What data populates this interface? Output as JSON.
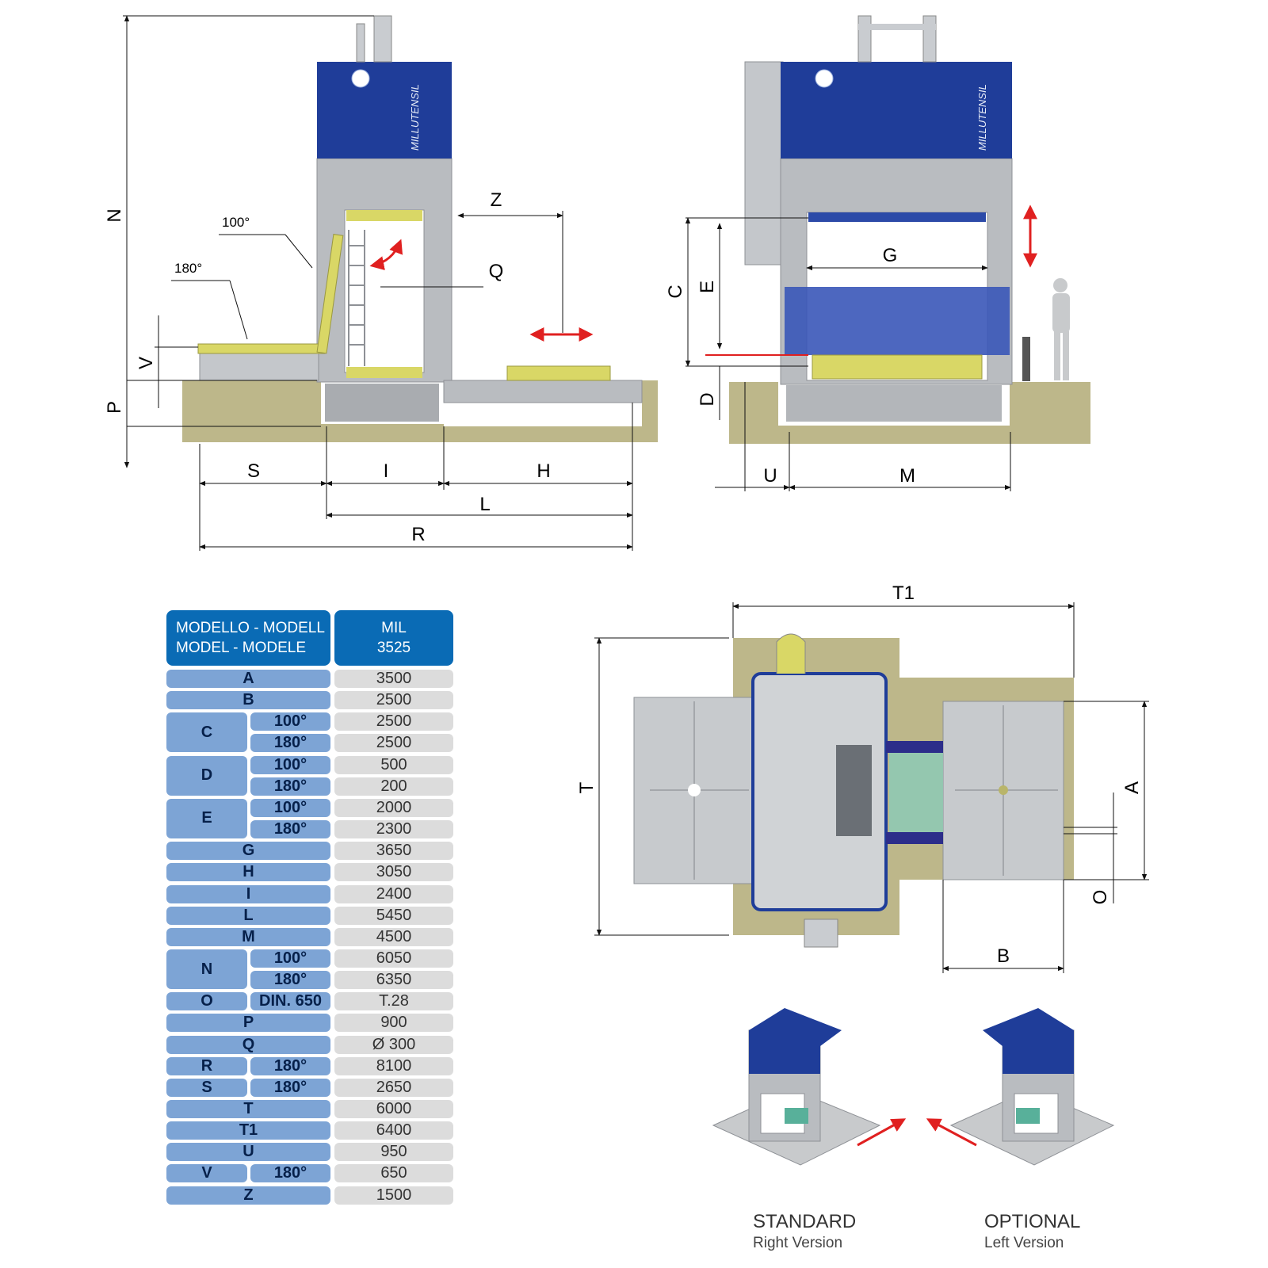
{
  "brand": {
    "logo_text": "MILLUTENSIL",
    "model_plate": "MIL 3525"
  },
  "side_view": {
    "dims": {
      "N": "N",
      "V": "V",
      "P": "P",
      "S": "S",
      "I": "I",
      "H": "H",
      "L": "L",
      "R": "R",
      "Z": "Z",
      "Q": "Q"
    },
    "angles": {
      "a100": "100°",
      "a180": "180°"
    }
  },
  "front_view": {
    "dims": {
      "C": "C",
      "E": "E",
      "D": "D",
      "G": "G",
      "U": "U",
      "M": "M"
    }
  },
  "top_view": {
    "dims": {
      "T1": "T1",
      "T": "T",
      "A": "A",
      "B": "B",
      "O": "O"
    }
  },
  "table": {
    "header_label_line1": "MODELLO - MODELL",
    "header_label_line2": "MODEL - MODELE",
    "header_model_line1": "MIL",
    "header_model_line2": "3525",
    "rows": [
      {
        "label": "A",
        "sub": "",
        "value": "3500"
      },
      {
        "label": "B",
        "sub": "",
        "value": "2500"
      },
      {
        "label": "C",
        "sub": "100°",
        "value": "2500"
      },
      {
        "label": "",
        "sub": "180°",
        "value": "2500"
      },
      {
        "label": "D",
        "sub": "100°",
        "value": "500"
      },
      {
        "label": "",
        "sub": "180°",
        "value": "200"
      },
      {
        "label": "E",
        "sub": "100°",
        "value": "2000"
      },
      {
        "label": "",
        "sub": "180°",
        "value": "2300"
      },
      {
        "label": "G",
        "sub": "",
        "value": "3650"
      },
      {
        "label": "H",
        "sub": "",
        "value": "3050"
      },
      {
        "label": "I",
        "sub": "",
        "value": "2400"
      },
      {
        "label": "L",
        "sub": "",
        "value": "5450"
      },
      {
        "label": "M",
        "sub": "",
        "value": "4500"
      },
      {
        "label": "N",
        "sub": "100°",
        "value": "6050"
      },
      {
        "label": "",
        "sub": "180°",
        "value": "6350"
      },
      {
        "label": "O",
        "sub": "DIN. 650",
        "value": "T.28"
      },
      {
        "label": "P",
        "sub": "",
        "value": "900"
      },
      {
        "label": "Q",
        "sub": "",
        "value": "Ø 300"
      },
      {
        "label": "R",
        "sub": "180°",
        "value": "8100"
      },
      {
        "label": "S",
        "sub": "180°",
        "value": "2650"
      },
      {
        "label": "T",
        "sub": "",
        "value": "6000"
      },
      {
        "label": "T1",
        "sub": "",
        "value": "6400"
      },
      {
        "label": "U",
        "sub": "",
        "value": "950"
      },
      {
        "label": "V",
        "sub": "180°",
        "value": "650"
      },
      {
        "label": "Z",
        "sub": "",
        "value": "1500"
      }
    ]
  },
  "versions": {
    "standard_title": "STANDARD",
    "standard_sub": "Right Version",
    "optional_title": "OPTIONAL",
    "optional_sub": "Left Version"
  },
  "colors": {
    "press_blue": "#1f3d99",
    "frame_grey": "#b9bcc0",
    "floor_olive": "#bdb78a",
    "plate_yellow": "#d9d766",
    "arrow_red": "#e02020",
    "table_header": "#0a6bb5",
    "table_label": "#7da4d5",
    "table_value": "#dcdcdc"
  }
}
